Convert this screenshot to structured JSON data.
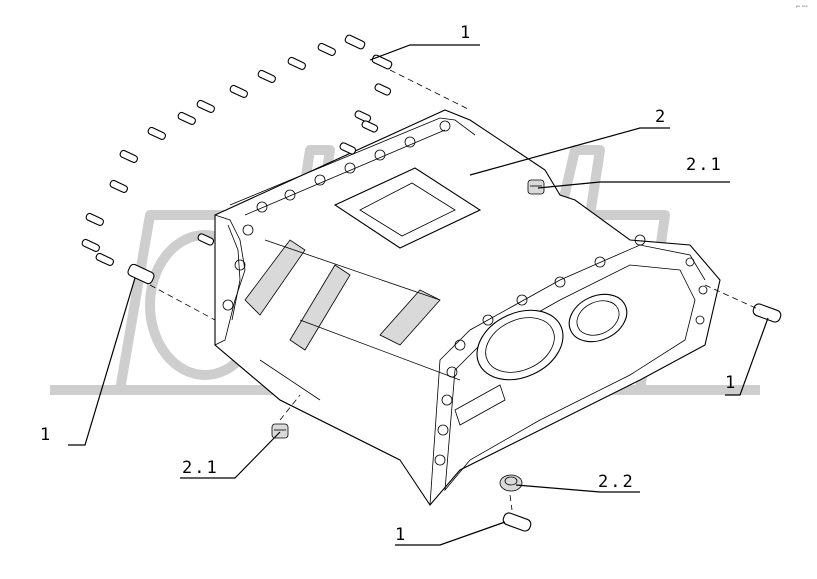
{
  "corner_mark": "ᵖᵒ ˢᵒˢ",
  "watermark": "OPEX",
  "callouts": {
    "c_top": "1",
    "c_left": "1",
    "c_right": "1",
    "c_bottom": "1",
    "c_2": "2",
    "c_21_top": "2.1",
    "c_21_left": "2.1",
    "c_22": "2.2"
  }
}
